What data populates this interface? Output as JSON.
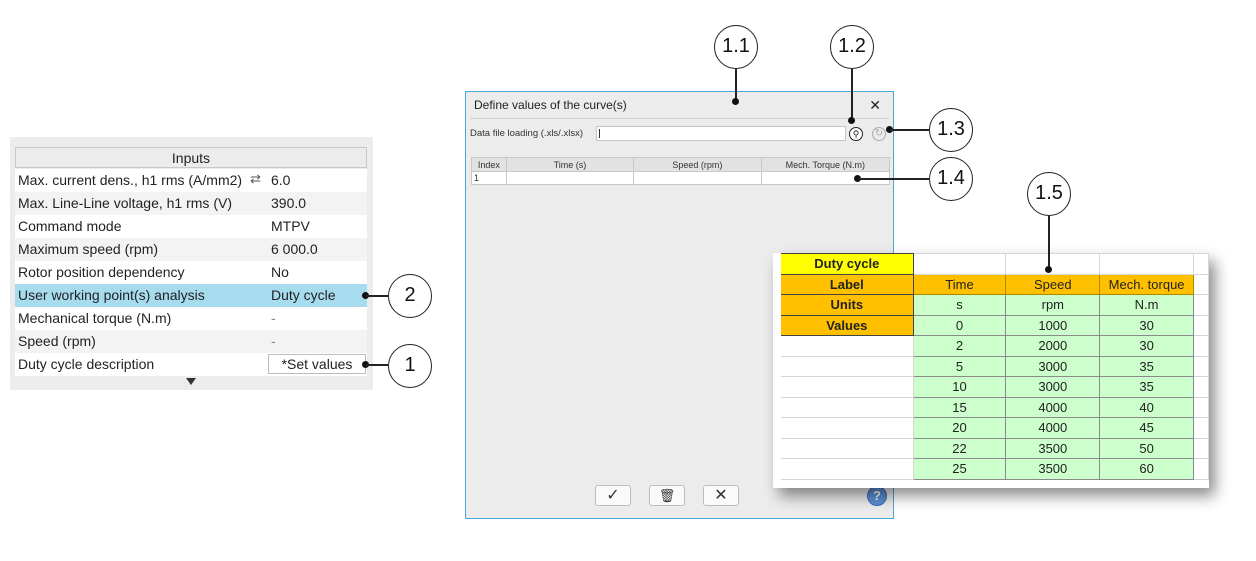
{
  "inputs_panel": {
    "header": "Inputs",
    "rows": [
      {
        "label": "Max. current dens., h1 rms (A/mm2)",
        "value": "6.0",
        "icon": "swap-arrows-icon"
      },
      {
        "label": "Max. Line-Line voltage, h1 rms (V)",
        "value": "390.0"
      },
      {
        "label": "Command mode",
        "value": "MTPV"
      },
      {
        "label": "Maximum speed (rpm)",
        "value": "6 000.0"
      },
      {
        "label": "Rotor position dependency",
        "value": "No"
      },
      {
        "label": "User working point(s) analysis",
        "value": "Duty cycle",
        "highlighted": true
      },
      {
        "label": "Mechanical torque (N.m)",
        "value": "-"
      },
      {
        "label": "Speed (rpm)",
        "value": "-"
      },
      {
        "label": "Duty cycle description",
        "value": "*Set values",
        "is_button": true
      }
    ]
  },
  "callouts": {
    "c1": "1",
    "c2": "2",
    "c1_1": "1.1",
    "c1_2": "1.2",
    "c1_3": "1.3",
    "c1_4": "1.4",
    "c1_5": "1.5"
  },
  "dialog": {
    "title": "Define values of the curve(s)",
    "close_glyph": "✕",
    "file_label": "Data file loading (.xls/.xlsx)",
    "file_value": "",
    "browse_glyph": "⚲",
    "refresh_glyph": "↻",
    "table": {
      "headers": [
        "Index",
        "Time (s)",
        "Speed (rpm)",
        "Mech. Torque (N.m)"
      ],
      "rows": [
        [
          "1",
          "",
          "",
          ""
        ]
      ]
    },
    "buttons": {
      "ok_glyph": "✓",
      "delete_glyph": "🗑",
      "cancel_glyph": "✕"
    },
    "help_glyph": "?"
  },
  "spreadsheet": {
    "title": "Duty cycle",
    "label_row": {
      "label": "Label",
      "cols": [
        "Time",
        "Speed",
        "Mech. torque"
      ]
    },
    "units_row": {
      "label": "Units",
      "cols": [
        "s",
        "rpm",
        "N.m"
      ]
    },
    "values_label": "Values",
    "values": [
      [
        "0",
        "1000",
        "30"
      ],
      [
        "2",
        "2000",
        "30"
      ],
      [
        "5",
        "3000",
        "35"
      ],
      [
        "10",
        "3000",
        "35"
      ],
      [
        "15",
        "4000",
        "40"
      ],
      [
        "20",
        "4000",
        "45"
      ],
      [
        "22",
        "3500",
        "50"
      ],
      [
        "25",
        "3500",
        "60"
      ]
    ]
  },
  "colors": {
    "highlight_row": "#a7dcef",
    "dialog_border": "#4aa6d6",
    "sheet_yellow": "#ffff00",
    "sheet_orange": "#ffc000",
    "sheet_green": "#ccffcc"
  }
}
